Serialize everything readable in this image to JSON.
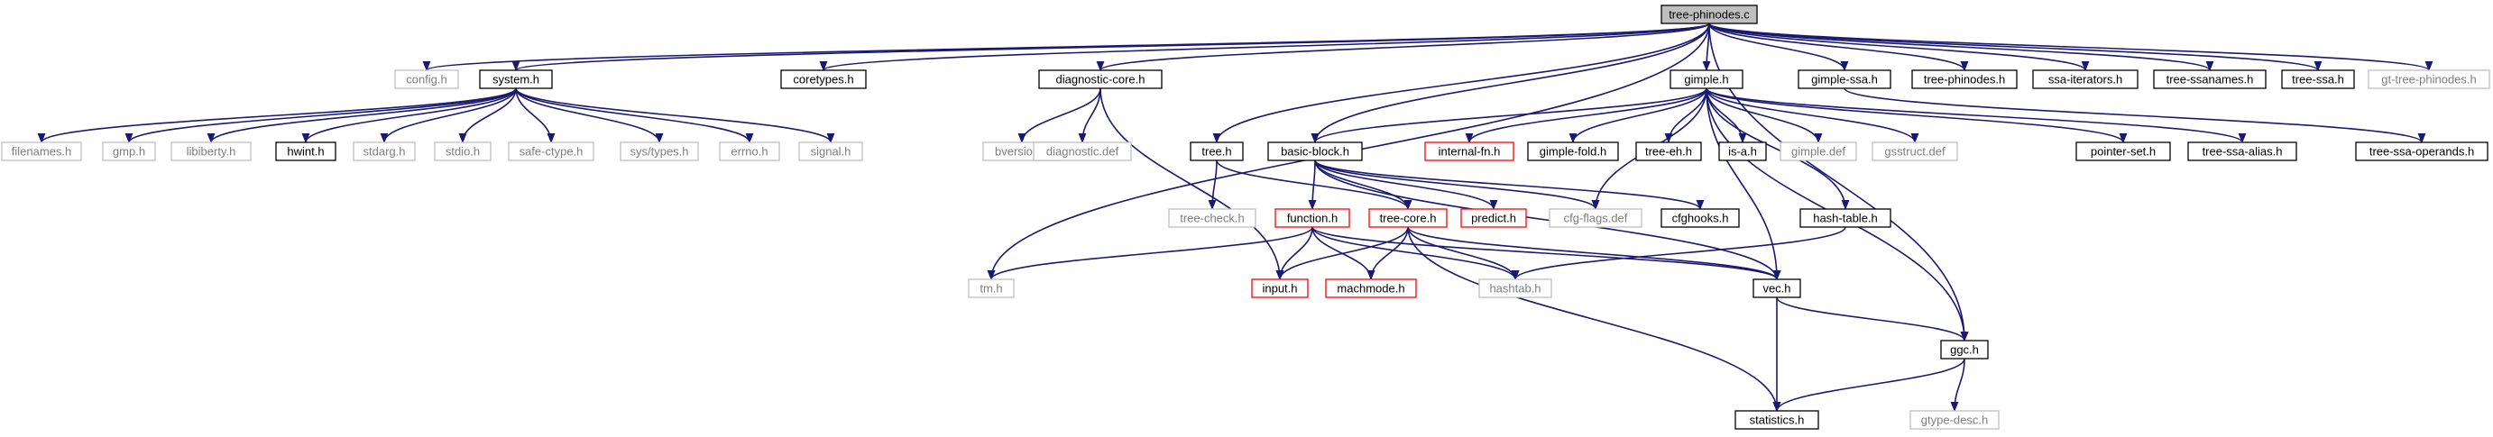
{
  "title": "tree-phinodes.c",
  "colors": {
    "edge": "#191970",
    "root_fill": "#bfbfbf",
    "documented": "#000000",
    "undocumented": "#bfbfbf",
    "truncated": "#ff0000",
    "text_dark": "#000000",
    "text_light": "#7f7f7f"
  },
  "nodes": [
    {
      "id": "tree-phinodes.c",
      "label": "tree-phinodes.c",
      "kind": "root"
    },
    {
      "id": "config.h",
      "label": "config.h",
      "kind": "undocumented"
    },
    {
      "id": "system.h",
      "label": "system.h",
      "kind": "documented"
    },
    {
      "id": "coretypes.h",
      "label": "coretypes.h",
      "kind": "documented"
    },
    {
      "id": "diagnostic-core.h",
      "label": "diagnostic-core.h",
      "kind": "documented"
    },
    {
      "id": "gimple.h",
      "label": "gimple.h",
      "kind": "documented"
    },
    {
      "id": "gimple-ssa.h",
      "label": "gimple-ssa.h",
      "kind": "documented"
    },
    {
      "id": "tree-phinodes.h",
      "label": "tree-phinodes.h",
      "kind": "documented"
    },
    {
      "id": "ssa-iterators.h",
      "label": "ssa-iterators.h",
      "kind": "documented"
    },
    {
      "id": "tree-ssanames.h",
      "label": "tree-ssanames.h",
      "kind": "documented"
    },
    {
      "id": "tree-ssa.h",
      "label": "tree-ssa.h",
      "kind": "documented"
    },
    {
      "id": "gt-tree-phinodes.h",
      "label": "gt-tree-phinodes.h",
      "kind": "undocumented"
    },
    {
      "id": "filenames.h",
      "label": "filenames.h",
      "kind": "undocumented"
    },
    {
      "id": "gmp.h",
      "label": "gmp.h",
      "kind": "undocumented"
    },
    {
      "id": "libiberty.h",
      "label": "libiberty.h",
      "kind": "undocumented"
    },
    {
      "id": "hwint.h",
      "label": "hwint.h",
      "kind": "documented"
    },
    {
      "id": "stdarg.h",
      "label": "stdarg.h",
      "kind": "undocumented"
    },
    {
      "id": "stdio.h",
      "label": "stdio.h",
      "kind": "undocumented"
    },
    {
      "id": "safe-ctype.h",
      "label": "safe-ctype.h",
      "kind": "undocumented"
    },
    {
      "id": "sys/types.h",
      "label": "sys/types.h",
      "kind": "undocumented"
    },
    {
      "id": "errno.h",
      "label": "errno.h",
      "kind": "undocumented"
    },
    {
      "id": "signal.h",
      "label": "signal.h",
      "kind": "undocumented"
    },
    {
      "id": "bversion.h",
      "label": "bversion.h",
      "kind": "undocumented"
    },
    {
      "id": "diagnostic.def",
      "label": "diagnostic.def",
      "kind": "undocumented"
    },
    {
      "id": "tree.h",
      "label": "tree.h",
      "kind": "documented"
    },
    {
      "id": "basic-block.h",
      "label": "basic-block.h",
      "kind": "documented"
    },
    {
      "id": "internal-fn.h",
      "label": "internal-fn.h",
      "kind": "truncated"
    },
    {
      "id": "gimple-fold.h",
      "label": "gimple-fold.h",
      "kind": "documented"
    },
    {
      "id": "tree-eh.h",
      "label": "tree-eh.h",
      "kind": "documented"
    },
    {
      "id": "is-a.h",
      "label": "is-a.h",
      "kind": "documented"
    },
    {
      "id": "gimple.def",
      "label": "gimple.def",
      "kind": "undocumented"
    },
    {
      "id": "gsstruct.def",
      "label": "gsstruct.def",
      "kind": "undocumented"
    },
    {
      "id": "pointer-set.h",
      "label": "pointer-set.h",
      "kind": "documented"
    },
    {
      "id": "tree-ssa-alias.h",
      "label": "tree-ssa-alias.h",
      "kind": "documented"
    },
    {
      "id": "tree-ssa-operands.h",
      "label": "tree-ssa-operands.h",
      "kind": "documented"
    },
    {
      "id": "tree-check.h",
      "label": "tree-check.h",
      "kind": "undocumented"
    },
    {
      "id": "function.h",
      "label": "function.h",
      "kind": "truncated"
    },
    {
      "id": "tree-core.h",
      "label": "tree-core.h",
      "kind": "truncated"
    },
    {
      "id": "predict.h",
      "label": "predict.h",
      "kind": "truncated"
    },
    {
      "id": "cfg-flags.def",
      "label": "cfg-flags.def",
      "kind": "undocumented"
    },
    {
      "id": "cfghooks.h",
      "label": "cfghooks.h",
      "kind": "documented"
    },
    {
      "id": "hash-table.h",
      "label": "hash-table.h",
      "kind": "documented"
    },
    {
      "id": "tm.h",
      "label": "tm.h",
      "kind": "undocumented"
    },
    {
      "id": "input.h",
      "label": "input.h",
      "kind": "truncated"
    },
    {
      "id": "machmode.h",
      "label": "machmode.h",
      "kind": "truncated"
    },
    {
      "id": "hashtab.h",
      "label": "hashtab.h",
      "kind": "undocumented"
    },
    {
      "id": "vec.h",
      "label": "vec.h",
      "kind": "documented"
    },
    {
      "id": "ggc.h",
      "label": "ggc.h",
      "kind": "documented"
    },
    {
      "id": "statistics.h",
      "label": "statistics.h",
      "kind": "documented"
    },
    {
      "id": "gtype-desc.h",
      "label": "gtype-desc.h",
      "kind": "undocumented"
    }
  ],
  "edges": [
    [
      "tree-phinodes.c",
      "config.h"
    ],
    [
      "tree-phinodes.c",
      "system.h"
    ],
    [
      "tree-phinodes.c",
      "coretypes.h"
    ],
    [
      "tree-phinodes.c",
      "diagnostic-core.h"
    ],
    [
      "tree-phinodes.c",
      "tm.h"
    ],
    [
      "tree-phinodes.c",
      "tree.h"
    ],
    [
      "tree-phinodes.c",
      "basic-block.h"
    ],
    [
      "tree-phinodes.c",
      "gimple.h"
    ],
    [
      "tree-phinodes.c",
      "ggc.h"
    ],
    [
      "tree-phinodes.c",
      "gimple-ssa.h"
    ],
    [
      "tree-phinodes.c",
      "tree-phinodes.h"
    ],
    [
      "tree-phinodes.c",
      "ssa-iterators.h"
    ],
    [
      "tree-phinodes.c",
      "tree-ssanames.h"
    ],
    [
      "tree-phinodes.c",
      "tree-ssa.h"
    ],
    [
      "tree-phinodes.c",
      "gt-tree-phinodes.h"
    ],
    [
      "system.h",
      "filenames.h"
    ],
    [
      "system.h",
      "gmp.h"
    ],
    [
      "system.h",
      "libiberty.h"
    ],
    [
      "system.h",
      "hwint.h"
    ],
    [
      "system.h",
      "stdarg.h"
    ],
    [
      "system.h",
      "stdio.h"
    ],
    [
      "system.h",
      "safe-ctype.h"
    ],
    [
      "system.h",
      "sys/types.h"
    ],
    [
      "system.h",
      "errno.h"
    ],
    [
      "system.h",
      "signal.h"
    ],
    [
      "diagnostic-core.h",
      "bversion.h"
    ],
    [
      "diagnostic-core.h",
      "diagnostic.def"
    ],
    [
      "diagnostic-core.h",
      "input.h"
    ],
    [
      "gimple.h",
      "pointer-set.h"
    ],
    [
      "gimple.h",
      "hash-table.h"
    ],
    [
      "gimple.h",
      "vec.h"
    ],
    [
      "gimple.h",
      "ggc.h"
    ],
    [
      "gimple.h",
      "basic-block.h"
    ],
    [
      "gimple.h",
      "tree-ssa-alias.h"
    ],
    [
      "gimple.h",
      "internal-fn.h"
    ],
    [
      "gimple.h",
      "gimple-fold.h"
    ],
    [
      "gimple.h",
      "tree-eh.h"
    ],
    [
      "gimple.h",
      "gimple.def"
    ],
    [
      "gimple.h",
      "gsstruct.def"
    ],
    [
      "gimple.h",
      "is-a.h"
    ],
    [
      "gimple.h",
      "cfg-flags.def"
    ],
    [
      "gimple-ssa.h",
      "tree-ssa-operands.h"
    ],
    [
      "tree.h",
      "tree-check.h"
    ],
    [
      "tree.h",
      "tree-core.h"
    ],
    [
      "basic-block.h",
      "predict.h"
    ],
    [
      "basic-block.h",
      "vec.h"
    ],
    [
      "basic-block.h",
      "function.h"
    ],
    [
      "basic-block.h",
      "tree-core.h"
    ],
    [
      "basic-block.h",
      "cfg-flags.def"
    ],
    [
      "basic-block.h",
      "cfghooks.h"
    ],
    [
      "function.h",
      "hashtab.h"
    ],
    [
      "function.h",
      "vec.h"
    ],
    [
      "function.h",
      "tm.h"
    ],
    [
      "function.h",
      "input.h"
    ],
    [
      "function.h",
      "machmode.h"
    ],
    [
      "tree-core.h",
      "hashtab.h"
    ],
    [
      "tree-core.h",
      "machmode.h"
    ],
    [
      "tree-core.h",
      "input.h"
    ],
    [
      "tree-core.h",
      "statistics.h"
    ],
    [
      "tree-core.h",
      "vec.h"
    ],
    [
      "hash-table.h",
      "hashtab.h"
    ],
    [
      "vec.h",
      "statistics.h"
    ],
    [
      "vec.h",
      "ggc.h"
    ],
    [
      "ggc.h",
      "statistics.h"
    ],
    [
      "ggc.h",
      "gtype-desc.h"
    ]
  ]
}
